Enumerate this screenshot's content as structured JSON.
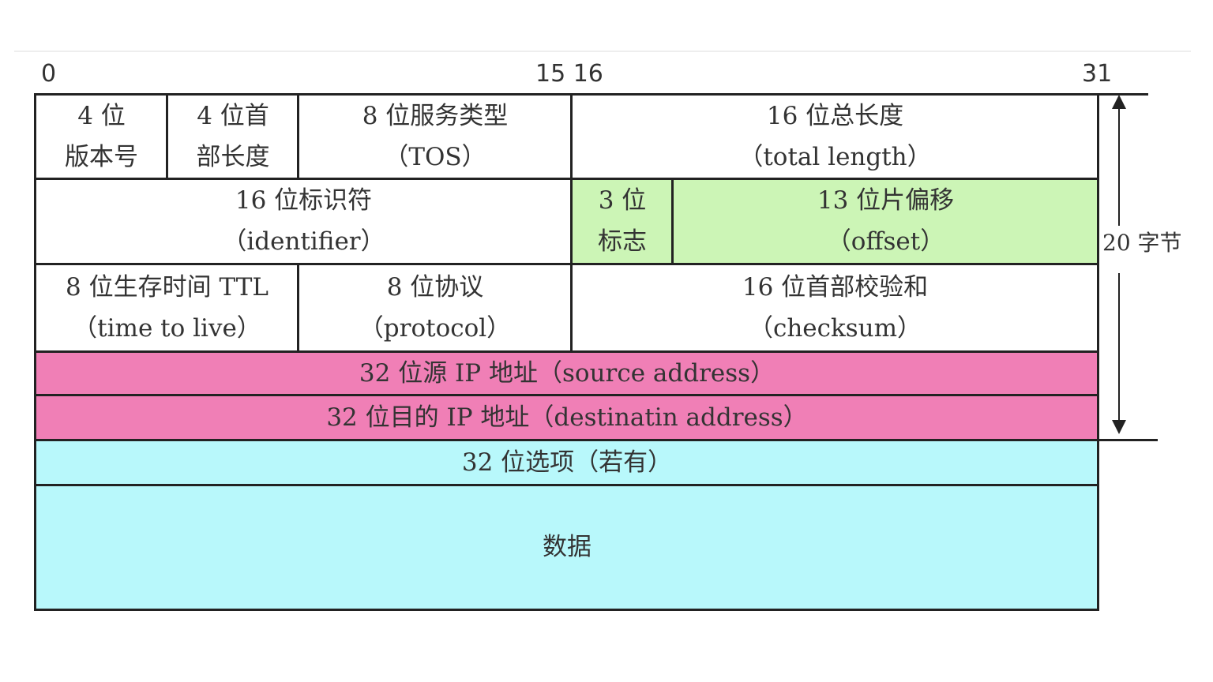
{
  "bit_positions": {
    "start": "0",
    "mid": "15 16",
    "end": "31"
  },
  "header": {
    "row1": {
      "version": [
        "4 位",
        "版本号"
      ],
      "header_length": [
        "4 位首",
        "部长度"
      ],
      "tos": [
        "8 位服务类型",
        "（TOS）"
      ],
      "total_length": [
        "16 位总长度",
        "（total  length）"
      ]
    },
    "row2": {
      "identifier": [
        "16 位标识符",
        "（identifier）"
      ],
      "flags": [
        "3 位",
        "标志"
      ],
      "offset": [
        "13 位片偏移",
        "（offset）"
      ]
    },
    "row3": {
      "ttl": [
        "8 位生存时间 TTL",
        "（time to live）"
      ],
      "protocol": [
        "8 位协议",
        "（protocol）"
      ],
      "checksum": [
        "16 位首部校验和",
        "（checksum）"
      ]
    },
    "source": "32 位源 IP 地址（source  address）",
    "destination": "32 位目的 IP 地址（destinatin  address）"
  },
  "options": "32 位选项（若有）",
  "data": "数据",
  "header_size": "20 字节",
  "colors": {
    "white": "#ffffff",
    "flags_offset": "#ccf5b6",
    "addresses": "#f07fb6",
    "options_data": "#b8f8fb",
    "border": "#222222",
    "text": "#333333"
  }
}
